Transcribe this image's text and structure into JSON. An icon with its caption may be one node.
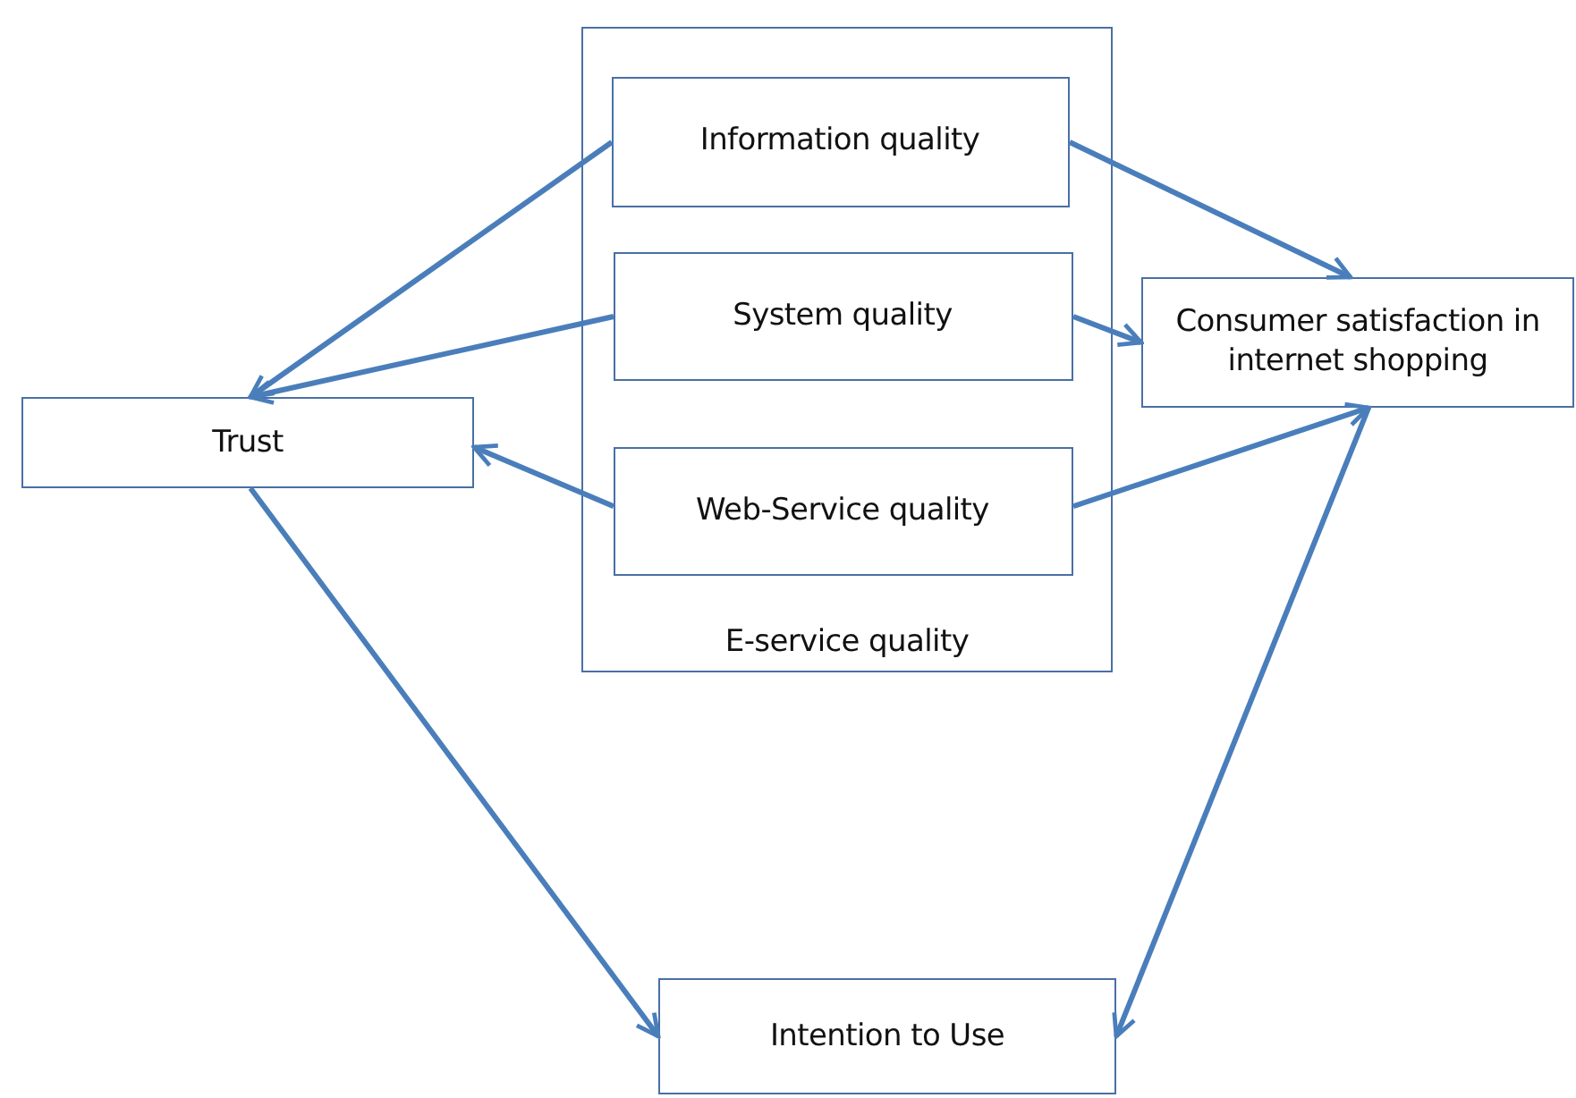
{
  "diagram": {
    "nodes": [
      {
        "text": [
          "E-service quality"
        ]
      },
      {
        "text": [
          "Information quality"
        ],
        "in": 0
      },
      {
        "text": [
          "System quality"
        ],
        "in": 0
      },
      {
        "text": [
          "Web-Service quality"
        ],
        "in": 0
      },
      {
        "text": [
          "Trust"
        ]
      },
      {
        "text": [
          "Consumer satisfaction in internet shopping"
        ]
      },
      {
        "text": [
          "Intention to Use"
        ]
      }
    ],
    "edges": [
      {
        "from": 1,
        "to": 4,
        "arrow": "to"
      },
      {
        "from": 2,
        "to": 4,
        "arrow": "to"
      },
      {
        "from": 3,
        "to": 4,
        "arrow": "to"
      },
      {
        "from": 1,
        "to": 5,
        "arrow": "to"
      },
      {
        "from": 2,
        "to": 5,
        "arrow": "to"
      },
      {
        "from": 3,
        "to": 5,
        "arrow": "to"
      },
      {
        "from": 4,
        "to": 6,
        "arrow": "to"
      },
      {
        "from": 5,
        "to": 6,
        "arrow": "to"
      }
    ]
  }
}
